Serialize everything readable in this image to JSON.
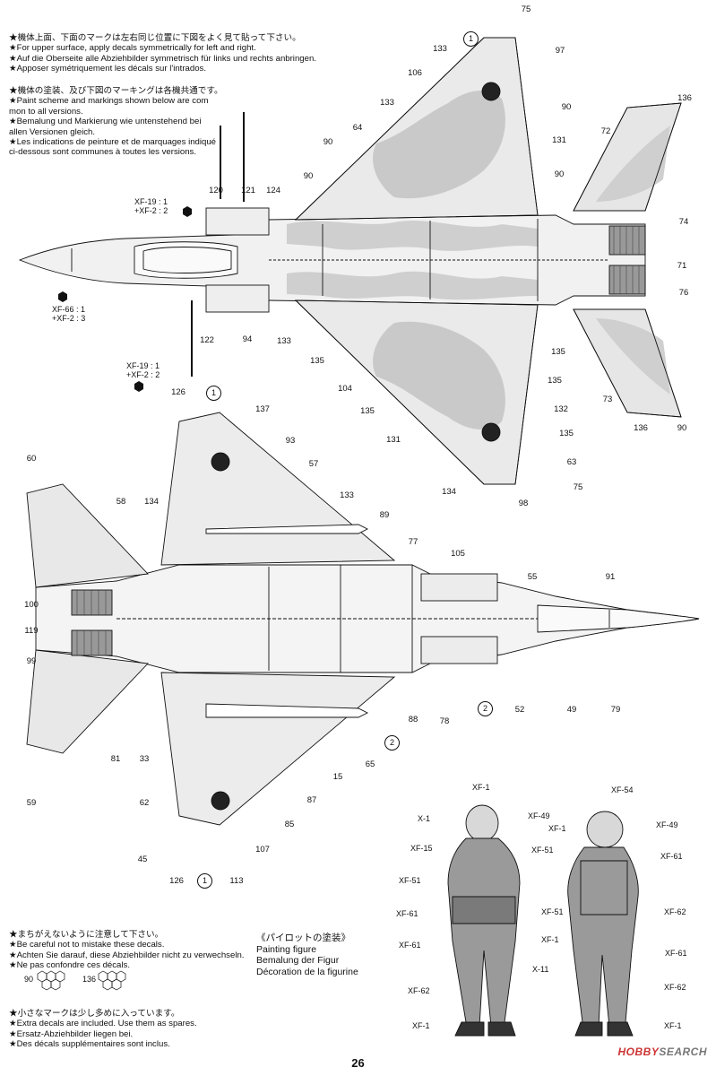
{
  "notes": {
    "symmetry": [
      "★機体上面、下面のマークは左右同じ位置に下図をよく見て貼って下さい。",
      "★For upper surface, apply decals symmetrically for left and right.",
      "★Auf die Oberseite alle Abziehbilder symmetrisch für links und rechts anbringen.",
      "★Apposer symétriquement les décals sur l'intrados."
    ],
    "paint_scheme": [
      "★機体の塗装、及び下図のマーキングは各機共通です。",
      "★Paint scheme and markings shown below are com",
      "  mon to all versions.",
      "★Bemalung und Markierung wie untenstehend bei",
      "  allen Versionen gleich.",
      "★Les indications de peinture et de marquages indiqué",
      "  ci-dessous sont communes à toutes les versions."
    ],
    "careful": [
      "★まちがえないように注意して下さい。",
      "★Be careful not to mistake these decals.",
      "★Achten Sie darauf, diese Abziehbilder nicht zu verwechseln.",
      "★Ne pas confondre ces décals."
    ],
    "spares": [
      "★小さなマークは少し多めに入っています。",
      "★Extra decals are included. Use them as spares.",
      "★Ersatz-Abziehbilder liegen bei.",
      "★Des décals supplémentaires sont inclus."
    ]
  },
  "color_refs": {
    "upper_nose": [
      "XF-19 : 1",
      "+XF-2 : 2"
    ],
    "radome": [
      "XF-66 : 1",
      "+XF-2 : 3"
    ],
    "lower_nose": [
      "XF-19 : 1",
      "+XF-2 : 2"
    ]
  },
  "callouts_top": [
    "1",
    "75",
    "97",
    "133",
    "106",
    "90",
    "136",
    "133",
    "64",
    "90",
    "120",
    "121",
    "124",
    "90",
    "131",
    "90",
    "72",
    "74",
    "71",
    "76",
    "122",
    "94",
    "133",
    "135",
    "104",
    "135",
    "135",
    "132",
    "131",
    "135",
    "135",
    "63",
    "134",
    "98",
    "75",
    "73",
    "136",
    "90"
  ],
  "callouts_bottom": [
    "1",
    "126",
    "137",
    "93",
    "57",
    "60",
    "58",
    "134",
    "133",
    "89",
    "77",
    "105",
    "55",
    "91",
    "100",
    "119",
    "99",
    "2",
    "52",
    "49",
    "79",
    "88",
    "78",
    "2",
    "81",
    "33",
    "65",
    "15",
    "62",
    "87",
    "59",
    "85",
    "45",
    "107",
    "126",
    "1",
    "113"
  ],
  "spare_badges": [
    "90",
    "136"
  ],
  "painting": {
    "title_jp": "《パイロットの塗装》",
    "title_en": "Painting figure",
    "title_de": "Bemalung der Figur",
    "title_fr": "Décoration de la figurine",
    "front_labels": [
      "XF-1",
      "X-1",
      "XF-49",
      "XF-15",
      "XF-51",
      "XF-51",
      "XF-61",
      "XF-61",
      "XF-1",
      "X-11",
      "XF-62",
      "XF-1"
    ],
    "back_labels": [
      "XF-54",
      "XF-1",
      "XF-49",
      "XF-61",
      "XF-51",
      "XF-62",
      "XF-61",
      "XF-62",
      "XF-1"
    ]
  },
  "page": {
    "number": "26"
  },
  "watermark": {
    "part1": "HOBBY",
    "part2": "SEARCH"
  },
  "colors": {
    "line": "#111111",
    "camo_gray": "#c8c8c8",
    "light_gray": "#e9e9e9",
    "roundel": "#222222",
    "pilot_gray": "#8a8a8a"
  }
}
